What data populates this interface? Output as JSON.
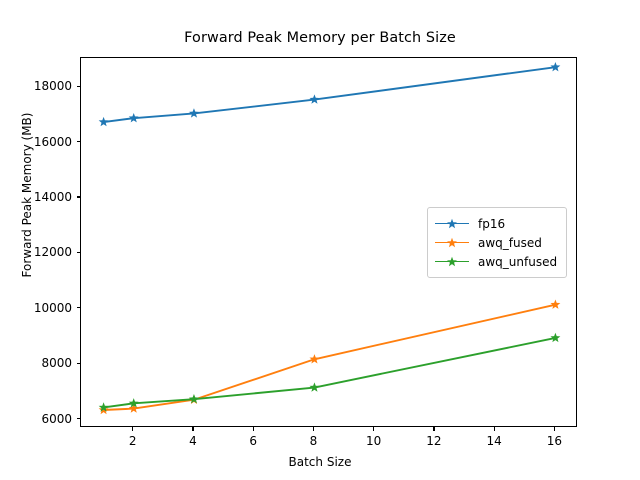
{
  "chart_data": {
    "type": "line",
    "title": "Forward Peak Memory per Batch Size",
    "xlabel": "Batch Size",
    "ylabel": "Forward Peak Memory (MB)",
    "x": [
      1,
      2,
      4,
      8,
      16
    ],
    "xlim": [
      0.25,
      16.75
    ],
    "ylim": [
      5700,
      19050
    ],
    "xticks": [
      2,
      4,
      6,
      8,
      10,
      12,
      14,
      16
    ],
    "xtick_labels": [
      "2",
      "4",
      "6",
      "8",
      "10",
      "12",
      "14",
      "16"
    ],
    "yticks": [
      6000,
      8000,
      10000,
      12000,
      14000,
      16000,
      18000
    ],
    "ytick_labels": [
      "6000",
      "8000",
      "10000",
      "12000",
      "14000",
      "16000",
      "18000"
    ],
    "grid": false,
    "legend_position": "center right",
    "marker": "star",
    "series": [
      {
        "name": "fp16",
        "color": "#1f77b4",
        "values": [
          16740,
          16880,
          17050,
          17550,
          18720
        ]
      },
      {
        "name": "awq_fused",
        "color": "#ff7f0e",
        "values": [
          6350,
          6400,
          6720,
          8180,
          10150
        ]
      },
      {
        "name": "awq_unfused",
        "color": "#2ca02c",
        "values": [
          6440,
          6590,
          6740,
          7160,
          8950
        ]
      }
    ]
  },
  "figure": {
    "background": "#ffffff",
    "axes_color": "#000000"
  }
}
